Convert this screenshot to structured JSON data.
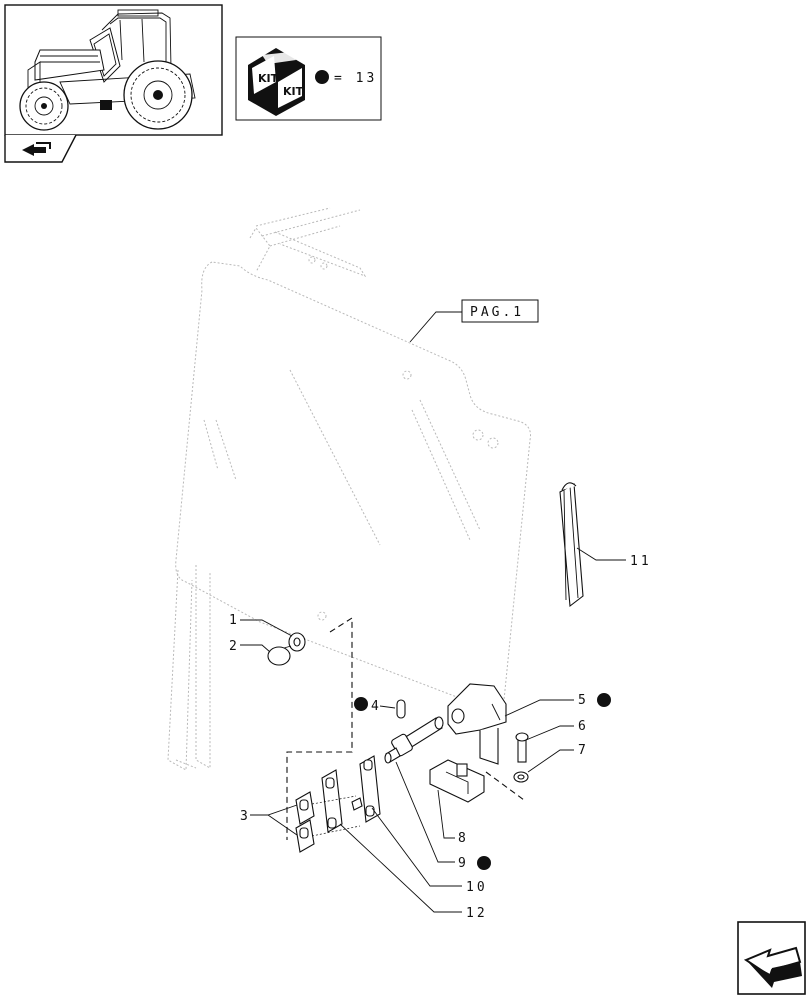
{
  "kit_box": {
    "kit_label_1": "KIT",
    "kit_label_2": "KIT",
    "equals_text": "= 13"
  },
  "page_ref": {
    "label": "PAG.1"
  },
  "callouts": {
    "c1": "1",
    "c2": "2",
    "c3": "3",
    "c4": "4",
    "c5": "5",
    "c6": "6",
    "c7": "7",
    "c8": "8",
    "c9": "9",
    "c10": "10",
    "c11": "11",
    "c12": "12"
  },
  "kit_marked_parts": [
    "4",
    "5",
    "9"
  ],
  "icons": {
    "thumbnail": "tractor-cab-thumbnail",
    "kit": "kit-box-icon",
    "nav_prev": "left-arrow-nav-icon",
    "nav_next": "next-page-arrow-icon"
  }
}
